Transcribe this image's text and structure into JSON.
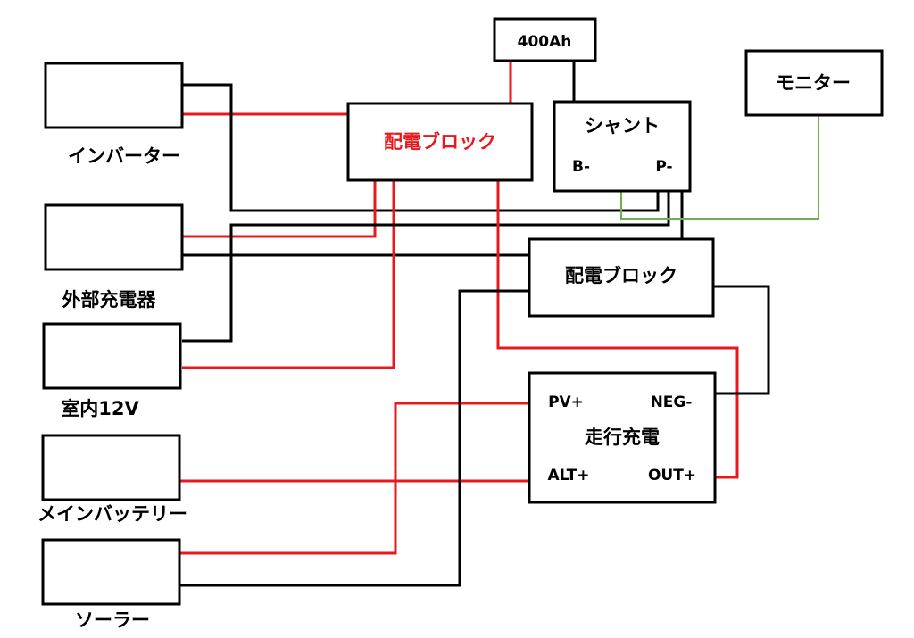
{
  "colors": {
    "red": "#e8191c",
    "black": "#000000",
    "green": "#70b04a"
  },
  "battery": {
    "label": "400Ah"
  },
  "monitor": {
    "label": "モニター"
  },
  "shunt": {
    "label": "シャント",
    "terminal_b": "B-",
    "terminal_p": "P-"
  },
  "distribution_block_positive": {
    "label": "配電ブロック"
  },
  "distribution_block_negative": {
    "label": "配電ブロック"
  },
  "dc_dc_charger": {
    "label": "走行充電",
    "terminal_pv": "PV+",
    "terminal_neg": "NEG-",
    "terminal_alt": "ALT+",
    "terminal_out": "OUT+"
  },
  "devices": {
    "inverter": "インバーター",
    "external_charger": "外部充電器",
    "interior_12v": "室内12V",
    "main_battery": "メインバッテリー",
    "solar": "ソーラー"
  }
}
